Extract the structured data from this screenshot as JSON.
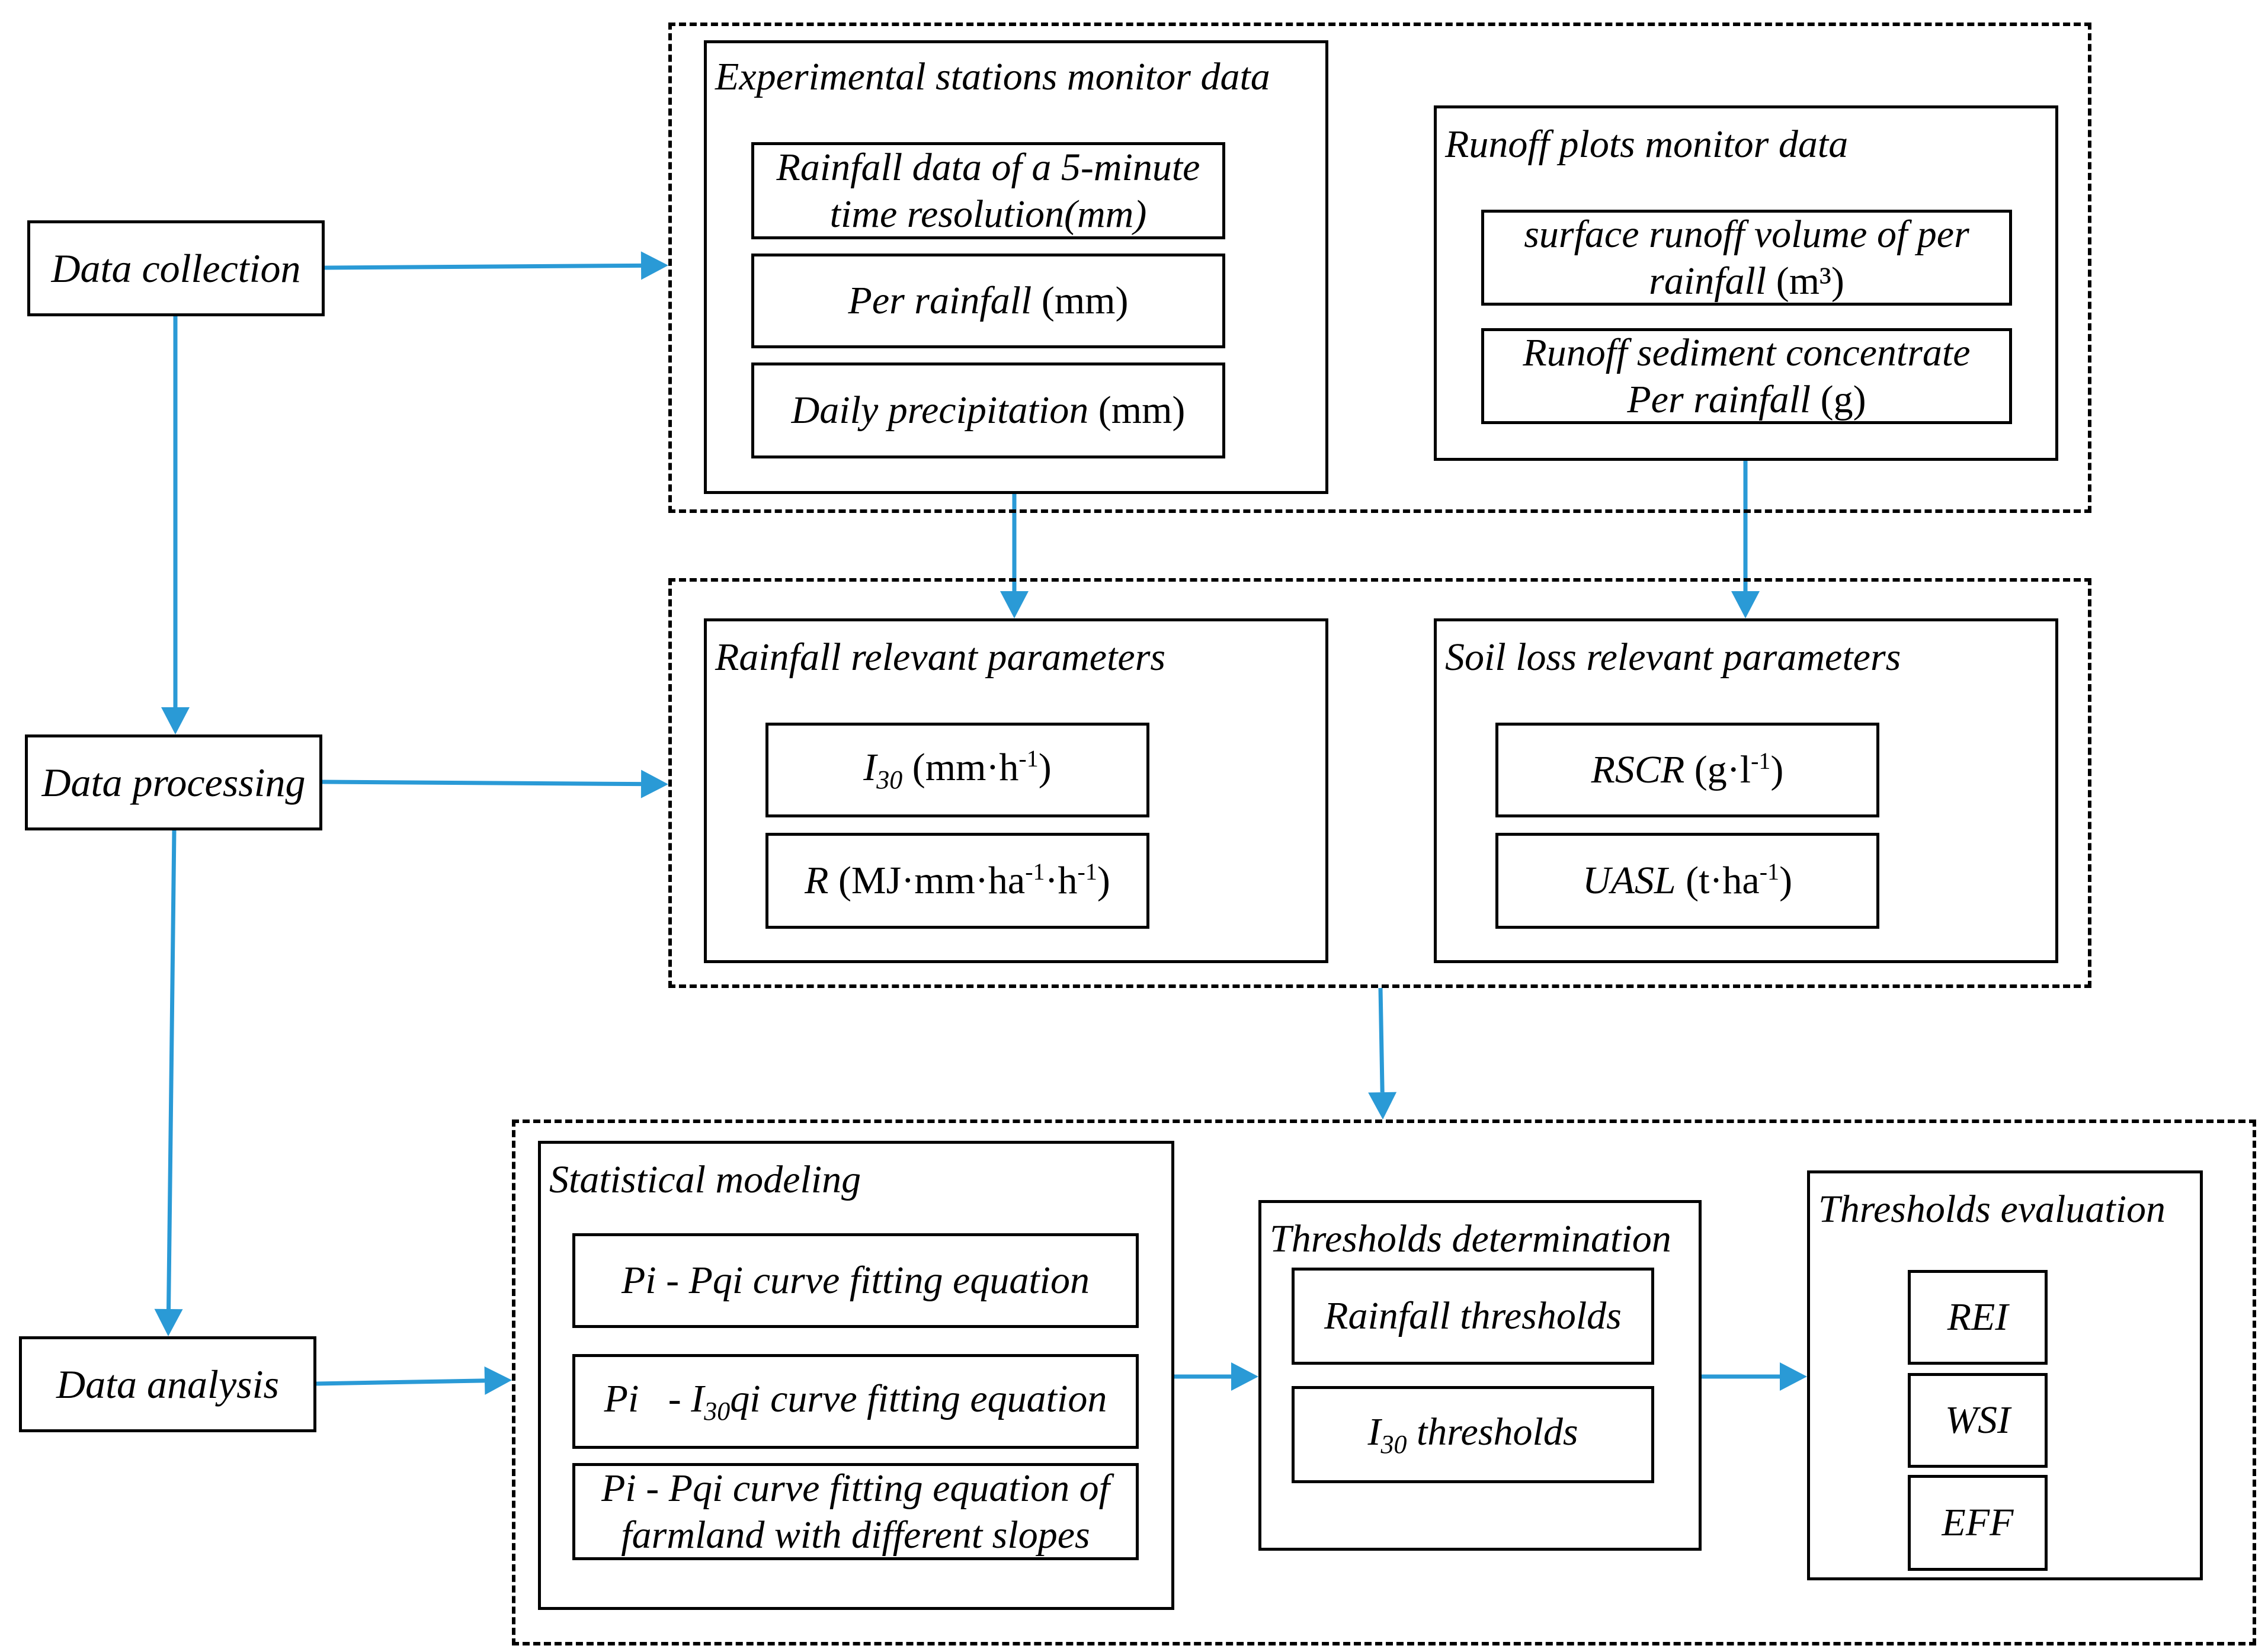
{
  "stages": {
    "collection": "Data collection",
    "processing": "Data processing",
    "analysis": "Data analysis"
  },
  "experimental": {
    "title": "Experimental stations monitor data",
    "items": [
      {
        "l1": "Rainfall data of a 5-minute",
        "l2": "time resolution(mm)"
      },
      {
        "italic": "Per rainfall",
        "unit": " (mm)"
      },
      {
        "italic": "Daily precipitation",
        "unit": " (mm)"
      }
    ]
  },
  "runoff": {
    "title": "Runoff plots monitor data",
    "items": [
      {
        "l1": "surface runoff volume of per",
        "l2_italic": "rainfall",
        "l2_unit": " (m³)"
      },
      {
        "l1": "Runoff sediment concentrate",
        "l2_italic": "Per rainfall",
        "l2_unit": " (g)"
      }
    ]
  },
  "rainfall_params": {
    "title": "Rainfall relevant parameters",
    "items": [
      {
        "sym": "I",
        "sub": "30",
        "unit": " (mm·h",
        "sup": "-1",
        "tail": ")"
      },
      {
        "sym": "R",
        "unit": " (MJ·mm·ha",
        "sup": "-1",
        "mid": "·h",
        "sup2": "-1",
        "tail": ")"
      }
    ]
  },
  "soil_params": {
    "title": "Soil loss relevant parameters",
    "items": [
      {
        "sym": "RSCR",
        "unit": " (g·l",
        "sup": "-1",
        "tail": ")"
      },
      {
        "sym": "UASL",
        "unit": " (t·ha",
        "sup": "-1",
        "tail": ")"
      }
    ]
  },
  "modeling": {
    "title": "Statistical modeling",
    "items": [
      {
        "text": "Pi - Pqi curve fitting equation"
      },
      {
        "pre": "Pi   - I",
        "sub": "30",
        "post": "qi curve fitting equation"
      },
      {
        "l1": "Pi - Pqi curve fitting equation of",
        "l2": "farmland with different slopes"
      }
    ]
  },
  "thresholds_det": {
    "title": "Thresholds determination",
    "items": [
      {
        "text": "Rainfall thresholds"
      },
      {
        "pre": "I",
        "sub": "30",
        "post": " thresholds"
      }
    ]
  },
  "thresholds_eval": {
    "title": "Thresholds evaluation",
    "items": [
      "REI",
      "WSI",
      "EFF"
    ]
  },
  "colors": {
    "arrow": "#2a9ad6",
    "line": "#000000"
  }
}
